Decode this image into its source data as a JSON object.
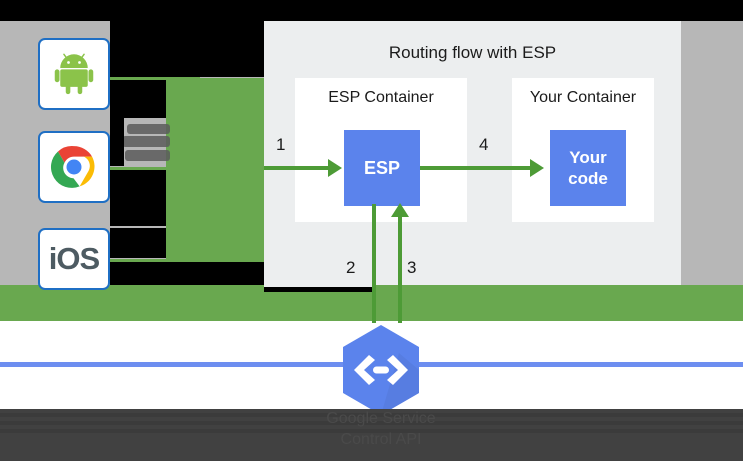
{
  "diagram": {
    "title": "Routing flow with ESP",
    "esp_container_label": "ESP Container",
    "your_container_label": "Your Container",
    "esp_node_label": "ESP",
    "your_code_label": "Your code",
    "steps": {
      "one": "1",
      "two": "2",
      "three": "3",
      "four": "4"
    },
    "colors": {
      "panel_background": "#eceeef",
      "node_blue": "#5b83ec",
      "arrow_green": "#4d9b36",
      "band_green": "#69a84f",
      "line_blue": "#6d8ef0",
      "device_border_blue": "#1f6fc4",
      "veil_dark": "#414141",
      "field_gray": "#b7b7b7"
    }
  },
  "clients": {
    "items": [
      {
        "icon": "android-icon",
        "label": ""
      },
      {
        "icon": "chrome-icon",
        "label": ""
      },
      {
        "icon": "ios-icon",
        "label": "iOS"
      }
    ]
  },
  "service": {
    "icon": "code-brackets-hexagon-icon",
    "caption_line1": "Google Service",
    "caption_line2": "Control API"
  }
}
